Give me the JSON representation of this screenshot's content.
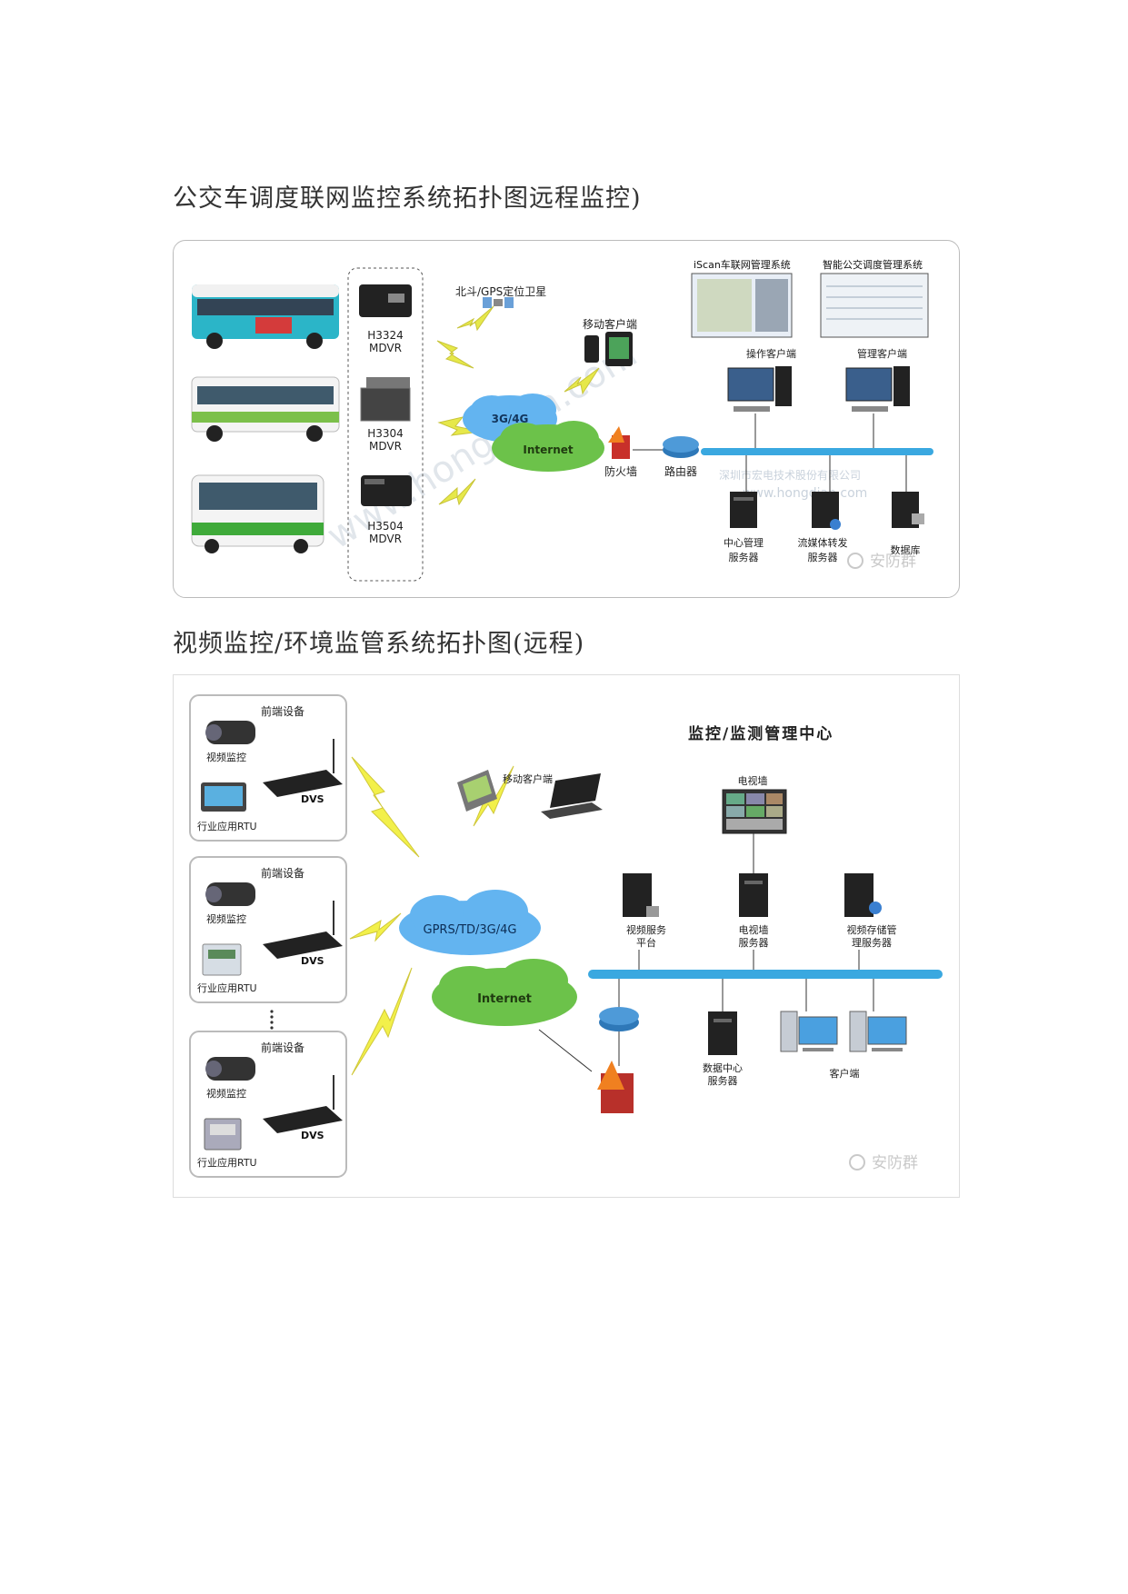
{
  "headings": {
    "bus": "公交车调度联网监控系统拓扑图远程监控)",
    "video": "视频监控/环境监管系统拓扑图(远程)"
  },
  "bus_diagram": {
    "devices": [
      {
        "model": "H3324",
        "type": "MDVR"
      },
      {
        "model": "H3304",
        "type": "MDVR"
      },
      {
        "model": "H3504",
        "type": "MDVR"
      }
    ],
    "satellite": "北斗/GPS定位卫星",
    "mobile_client": "移动客户端",
    "cloud_3g": "3G/4G",
    "cloud_internet": "Internet",
    "firewall": "防火墙",
    "router": "路由器",
    "screen_iscan": "iScan车联网管理系统",
    "screen_dispatch": "智能公交调度管理系统",
    "operator_client": "操作客户端",
    "manager_client": "管理客户端",
    "company": "深圳市宏电技术股份有限公司",
    "site": "www.hongdian.com",
    "server_center": [
      "中心管理",
      "服务器"
    ],
    "server_stream": [
      "流媒体转发",
      "服务器"
    ],
    "server_db": "数据库",
    "watermark_diagonal": "www.hongdian.com",
    "logo": "安防群"
  },
  "video_diagram": {
    "frontend_groups": [
      {
        "title": "前端设备",
        "camera": "视频监控",
        "dvs": "DVS",
        "rtu": "行业应用RTU"
      },
      {
        "title": "前端设备",
        "camera": "视频监控",
        "dvs": "DVS",
        "rtu": "行业应用RTU"
      },
      {
        "title": "前端设备",
        "camera": "视频监控",
        "dvs": "DVS",
        "rtu": "行业应用RTU"
      }
    ],
    "mobile_client": "移动客户端",
    "center_title": "监控/监测管理中心",
    "tv_wall": "电视墙",
    "cloud_wireless": "GPRS/TD/3G/4G",
    "cloud_internet": "Internet",
    "server_video_platform": [
      "视频服务",
      "平台"
    ],
    "server_tv": [
      "电视墙",
      "服务器"
    ],
    "server_storage": [
      "视频存储管",
      "理服务器"
    ],
    "server_data": [
      "数据中心",
      "服务器"
    ],
    "client": "客户端",
    "logo": "安防群"
  }
}
